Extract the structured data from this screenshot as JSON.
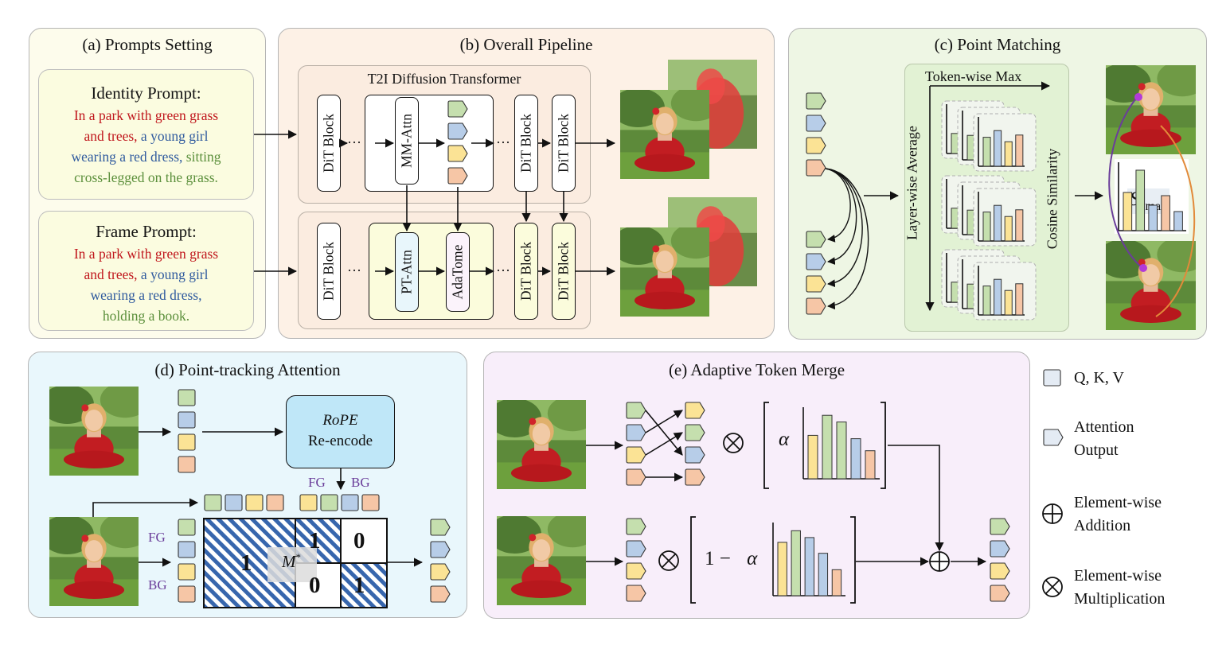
{
  "panels": {
    "a": {
      "title": "(a) Prompts Setting"
    },
    "b": {
      "title": "(b) Overall Pipeline",
      "transformer_label": "T2I Diffusion Transformer"
    },
    "c": {
      "title": "(c) Point Matching",
      "token_wise_max": "Token-wise Max",
      "layer_wise_average": "Layer-wise Average",
      "cosine_similarity": "Cosine Similarity",
      "s_max": "S",
      "s_sub": "max",
      "s_sup": "*"
    },
    "d": {
      "title": "(d) Point-tracking Attention",
      "rope": "RoPE",
      "reencode": "Re-encode",
      "fg": "FG",
      "bg": "BG",
      "m_star": "M",
      "mask": [
        "1",
        "1",
        "0",
        "0",
        "1"
      ]
    },
    "e": {
      "title": "(e) Adaptive Token Merge",
      "alpha": "α",
      "one_minus": "1 −"
    }
  },
  "prompts": {
    "identity": {
      "heading": "Identity Prompt:",
      "lines": [
        [
          {
            "t": "In a park with green grass",
            "c": "red"
          }
        ],
        [
          {
            "t": "and trees,",
            "c": "red"
          },
          {
            "t": " a young girl",
            "c": "blue"
          }
        ],
        [
          {
            "t": "wearing a red dress,",
            "c": "blue"
          },
          {
            "t": " sitting",
            "c": "green"
          }
        ],
        [
          {
            "t": "cross-legged on the grass.",
            "c": "green"
          }
        ]
      ]
    },
    "frame": {
      "heading": "Frame Prompt:",
      "lines": [
        [
          {
            "t": "In a park with green grass",
            "c": "red"
          }
        ],
        [
          {
            "t": "and trees,",
            "c": "red"
          },
          {
            "t": " a young girl",
            "c": "blue"
          }
        ],
        [
          {
            "t": "wearing a red dress,",
            "c": "blue"
          }
        ],
        [
          {
            "t": "holding a book.",
            "c": "green"
          }
        ]
      ]
    }
  },
  "blocks": {
    "dit": "DiT Block",
    "mm_attn": "MM-Attn",
    "pt_attn": "PT-Attn",
    "adatome": "AdaTome",
    "ellipsis": "···"
  },
  "legend": {
    "qkv": "Q, K, V",
    "attn_output": [
      "Attention",
      "Output"
    ],
    "add": [
      "Element-wise",
      "Addition"
    ],
    "mul": [
      "Element-wise",
      "Multiplication"
    ]
  },
  "colors": {
    "token_green": "#c5dfae",
    "token_blue": "#b7cde8",
    "token_yellow": "#fbe395",
    "token_orange": "#f6c6a6",
    "panel_a": "#fdfcec",
    "panel_b": "#fdf1e6",
    "panel_c": "#eef6e4",
    "panel_d": "#e9f7fc",
    "panel_e": "#f8eefa",
    "mask_blue": "#2f5fa8",
    "purple_label": "#6a3d9a"
  }
}
